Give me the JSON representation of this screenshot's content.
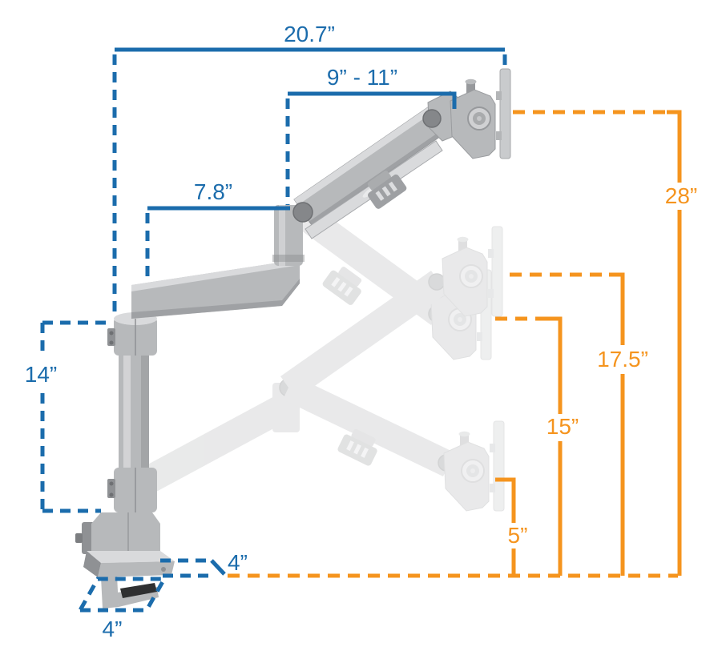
{
  "colors": {
    "blue": "#1b6cac",
    "orange": "#f5941e",
    "silver": "#b7b9bb",
    "silver_light": "#d9dadc",
    "silver_mid": "#a5a7aa",
    "silver_dark": "#8f9194",
    "pivot_gray": "#85878a",
    "pad_dark": "#2f3031",
    "background": "#ffffff"
  },
  "dimensions": {
    "blue": [
      {
        "id": "arm-reach",
        "label": "20.7”"
      },
      {
        "id": "upper-arm-extension",
        "label": "9” - 11”"
      },
      {
        "id": "lower-arm-length",
        "label": "7.8”"
      },
      {
        "id": "pole-height",
        "label": "14”"
      },
      {
        "id": "clamp-depth",
        "label": "4”"
      },
      {
        "id": "clamp-width",
        "label": "4”"
      }
    ],
    "orange": [
      {
        "id": "max-screen-height",
        "label": "28”"
      },
      {
        "id": "screen-height-high",
        "label": "17.5”"
      },
      {
        "id": "screen-height-mid",
        "label": "15”"
      },
      {
        "id": "min-screen-height",
        "label": "5”"
      }
    ]
  }
}
